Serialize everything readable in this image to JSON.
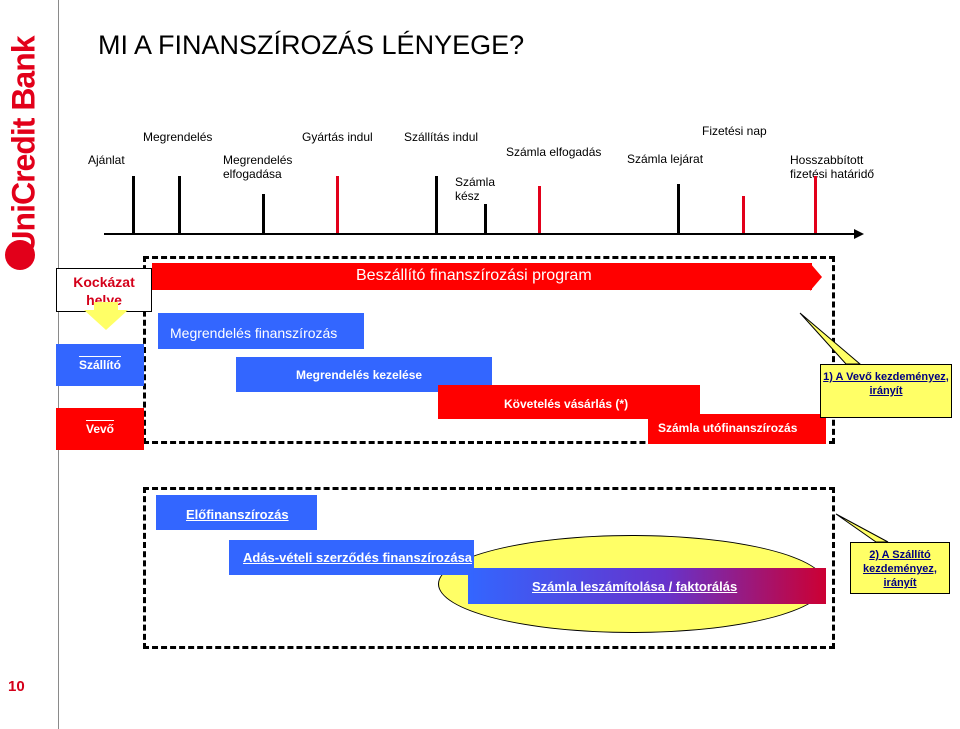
{
  "header": {
    "title": "MI A FINANSZÍROZÁS LÉNYEGE?",
    "logo": "UniCredit Bank",
    "page_number": "10"
  },
  "colors": {
    "brand_red": "#e2001a",
    "bar_red": "#ff0000",
    "bar_blue": "#3366ff",
    "highlight_yellow": "#ffff66"
  },
  "timeline": {
    "events": [
      {
        "label": "Ajánlat"
      },
      {
        "label": "Megrendelés"
      },
      {
        "label": "Megrendelés elfogadása"
      },
      {
        "label": "Gyártás indul"
      },
      {
        "label": "Szállítás indul"
      },
      {
        "label": "Számla kész"
      },
      {
        "label": "Számla elfogadás"
      },
      {
        "label": "Számla lejárat"
      },
      {
        "label": "Fizetési nap"
      },
      {
        "label": "Hosszabbított fizetési határidő"
      }
    ]
  },
  "risk": {
    "label": "Kockázat helye"
  },
  "sections": {
    "supplier_program": {
      "banner": "Beszállító  finanszírozási program",
      "order_financing": "Megrendelés finanszírozás",
      "supplier_row": "Szállító",
      "buyer_row": "Vevő",
      "order_handling": "Megrendelés kezelése",
      "receivable_purchase": "Követelés vásárlás (*)",
      "invoice_post_financing": "Számla utófinanszírozás",
      "callout": "1) A Vevő kezdeményez, irányít"
    },
    "supplier_initiated": {
      "pre_financing": "Előfinanszírozás",
      "sales_contract_financing": "Adás-vételi szerződés finanszírozása",
      "invoice_discounting": "Számla leszámítolása / faktorálás",
      "callout": "2) A Szállító kezdeményez, irányít"
    }
  }
}
